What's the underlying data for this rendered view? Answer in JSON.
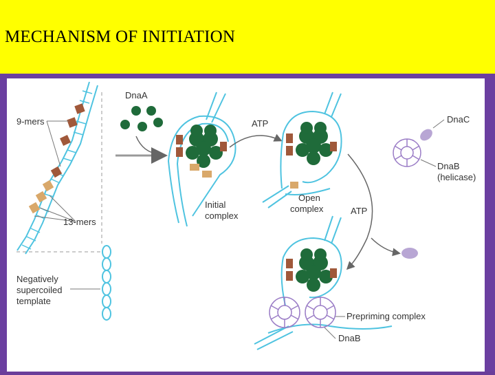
{
  "slide": {
    "title": "MECHANISM OF INITIATION"
  },
  "colors": {
    "header_bg": "#ffff00",
    "frame": "#6b3fa0",
    "dna_strand": "#4ec3e0",
    "nine_mer": "#a0583a",
    "thirteen_mer": "#d9a86a",
    "dnaa": "#1f6b3a",
    "helicase": "#b8a6d4"
  },
  "diagram": {
    "labels": {
      "dnaa": "DnaA",
      "nine_mers": "9-mers",
      "thirteen_mers": "13-mers",
      "atp_1": "ATP",
      "atp_2": "ATP",
      "dnac": "DnaC",
      "dnab_helicase_line1": "DnaB",
      "dnab_helicase_line2": "(helicase)",
      "initial_complex_line1": "Initial",
      "initial_complex_line2": "complex",
      "open_complex_line1": "Open",
      "open_complex_line2": "complex",
      "neg_line1": "Negatively",
      "neg_line2": "supercoiled",
      "neg_line3": "template",
      "prepriming_complex": "Prepriming complex",
      "dnab": "DnaB"
    }
  }
}
